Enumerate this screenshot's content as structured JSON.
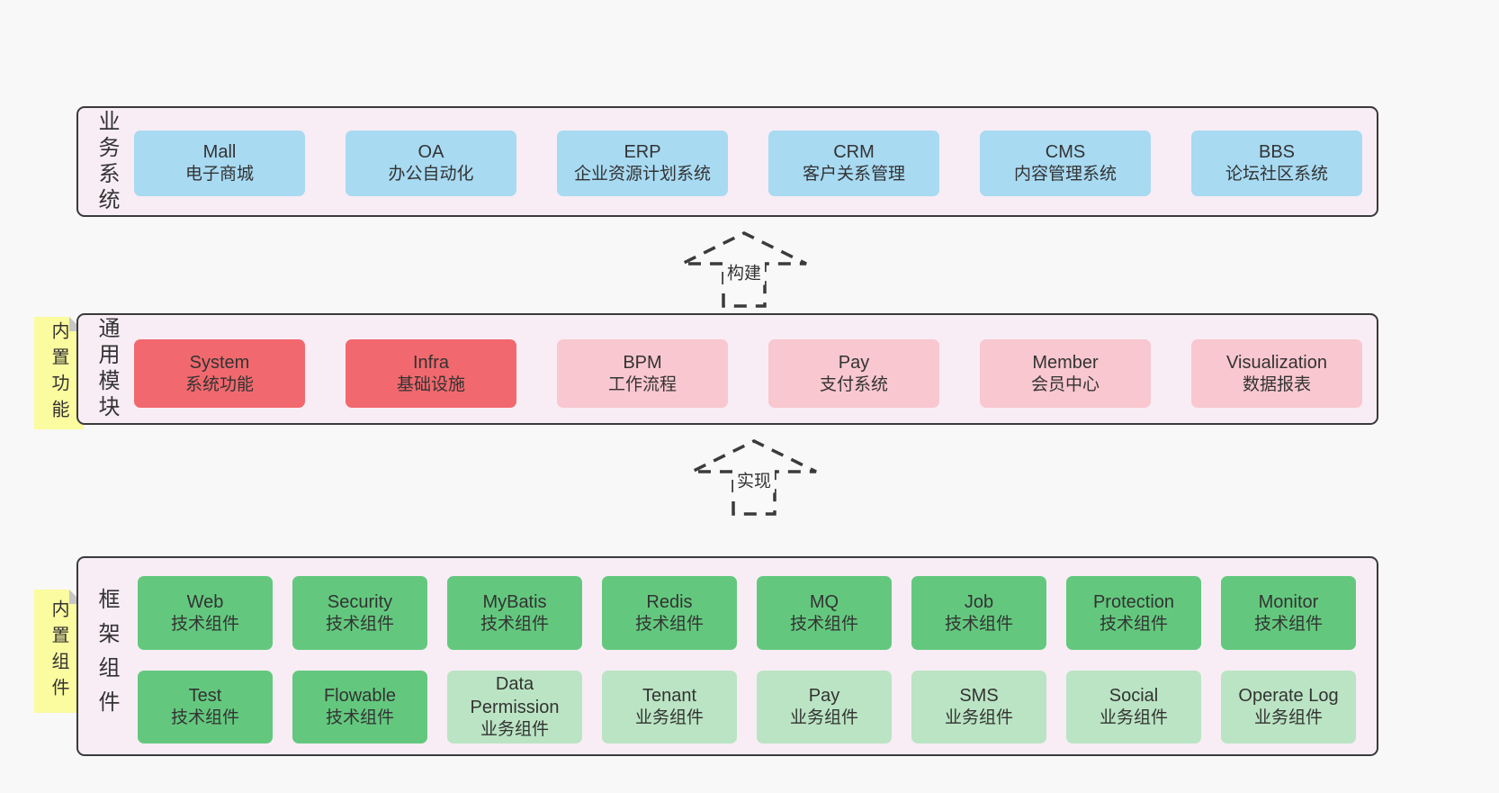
{
  "colors": {
    "page_bg": "#f8f8f8",
    "panel_bg": "#f8edf5",
    "panel_border": "#3a3a3a",
    "box_blue": "#a8daf2",
    "box_red": "#f1696e",
    "box_pink": "#f9c7cf",
    "box_green_dark": "#63c87e",
    "box_green_light": "#bae4c3",
    "tag_yellow": "#fbfb9f",
    "tag_fold_gray": "#c6c6c6",
    "text": "#333333"
  },
  "bands": {
    "business": {
      "label": "业务系统",
      "boxes": [
        {
          "title": "Mall",
          "subtitle": "电子商城"
        },
        {
          "title": "OA",
          "subtitle": "办公自动化"
        },
        {
          "title": "ERP",
          "subtitle": "企业资源计划系统"
        },
        {
          "title": "CRM",
          "subtitle": "客户关系管理"
        },
        {
          "title": "CMS",
          "subtitle": "内容管理系统"
        },
        {
          "title": "BBS",
          "subtitle": "论坛社区系统"
        }
      ]
    },
    "modules": {
      "label": "通用模块",
      "tag": "内置功能",
      "boxes": [
        {
          "title": "System",
          "subtitle": "系统功能"
        },
        {
          "title": "Infra",
          "subtitle": "基础设施"
        },
        {
          "title": "BPM",
          "subtitle": "工作流程"
        },
        {
          "title": "Pay",
          "subtitle": "支付系统"
        },
        {
          "title": "Member",
          "subtitle": "会员中心"
        },
        {
          "title": "Visualization",
          "subtitle": "数据报表"
        }
      ]
    },
    "components": {
      "label": "框架组件",
      "tag": "内置组件",
      "row1": [
        {
          "title": "Web",
          "subtitle": "技术组件"
        },
        {
          "title": "Security",
          "subtitle": "技术组件"
        },
        {
          "title": "MyBatis",
          "subtitle": "技术组件"
        },
        {
          "title": "Redis",
          "subtitle": "技术组件"
        },
        {
          "title": "MQ",
          "subtitle": "技术组件"
        },
        {
          "title": "Job",
          "subtitle": "技术组件"
        },
        {
          "title": "Protection",
          "subtitle": "技术组件"
        },
        {
          "title": "Monitor",
          "subtitle": "技术组件"
        }
      ],
      "row2": [
        {
          "title": "Test",
          "subtitle": "技术组件"
        },
        {
          "title": "Flowable",
          "subtitle": "技术组件"
        },
        {
          "title": "Data Permission",
          "subtitle": "业务组件"
        },
        {
          "title": "Tenant",
          "subtitle": "业务组件"
        },
        {
          "title": "Pay",
          "subtitle": "业务组件"
        },
        {
          "title": "SMS",
          "subtitle": "业务组件"
        },
        {
          "title": "Social",
          "subtitle": "业务组件"
        },
        {
          "title": "Operate Log",
          "subtitle": "业务组件"
        }
      ]
    }
  },
  "arrows": [
    {
      "label": "构建"
    },
    {
      "label": "实现"
    }
  ]
}
